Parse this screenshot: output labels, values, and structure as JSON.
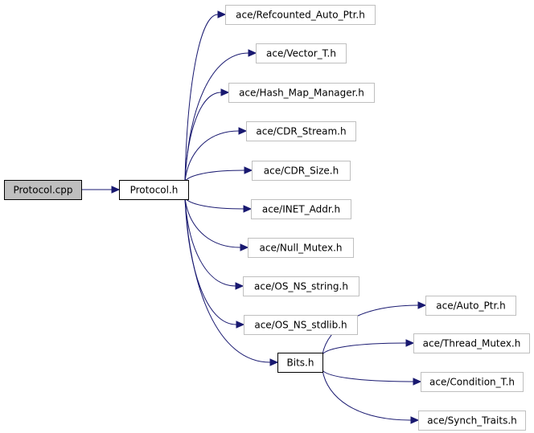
{
  "colors": {
    "edge": "#191970",
    "root_fill": "#bfbfbf",
    "root_border": "#000000",
    "local_border": "#000000",
    "external_border": "#bfbfbf",
    "node_fill": "#ffffff"
  },
  "nodes": [
    {
      "id": "protocol_cpp",
      "label": "Protocol.cpp",
      "kind": "root"
    },
    {
      "id": "protocol_h",
      "label": "Protocol.h",
      "kind": "local"
    },
    {
      "id": "refcounted_auto_ptr",
      "label": "ace/Refcounted_Auto_Ptr.h",
      "kind": "external"
    },
    {
      "id": "vector_t",
      "label": "ace/Vector_T.h",
      "kind": "external"
    },
    {
      "id": "hash_map_manager",
      "label": "ace/Hash_Map_Manager.h",
      "kind": "external"
    },
    {
      "id": "cdr_stream",
      "label": "ace/CDR_Stream.h",
      "kind": "external"
    },
    {
      "id": "cdr_size",
      "label": "ace/CDR_Size.h",
      "kind": "external"
    },
    {
      "id": "inet_addr",
      "label": "ace/INET_Addr.h",
      "kind": "external"
    },
    {
      "id": "null_mutex",
      "label": "ace/Null_Mutex.h",
      "kind": "external"
    },
    {
      "id": "os_ns_string",
      "label": "ace/OS_NS_string.h",
      "kind": "external"
    },
    {
      "id": "os_ns_stdlib",
      "label": "ace/OS_NS_stdlib.h",
      "kind": "external"
    },
    {
      "id": "bits_h",
      "label": "Bits.h",
      "kind": "local"
    },
    {
      "id": "auto_ptr",
      "label": "ace/Auto_Ptr.h",
      "kind": "external"
    },
    {
      "id": "thread_mutex",
      "label": "ace/Thread_Mutex.h",
      "kind": "external"
    },
    {
      "id": "condition_t",
      "label": "ace/Condition_T.h",
      "kind": "external"
    },
    {
      "id": "synch_traits",
      "label": "ace/Synch_Traits.h",
      "kind": "external"
    }
  ],
  "edges": [
    {
      "from": "protocol_cpp",
      "to": "protocol_h"
    },
    {
      "from": "protocol_h",
      "to": "refcounted_auto_ptr"
    },
    {
      "from": "protocol_h",
      "to": "vector_t"
    },
    {
      "from": "protocol_h",
      "to": "hash_map_manager"
    },
    {
      "from": "protocol_h",
      "to": "cdr_stream"
    },
    {
      "from": "protocol_h",
      "to": "cdr_size"
    },
    {
      "from": "protocol_h",
      "to": "inet_addr"
    },
    {
      "from": "protocol_h",
      "to": "null_mutex"
    },
    {
      "from": "protocol_h",
      "to": "os_ns_string"
    },
    {
      "from": "protocol_h",
      "to": "os_ns_stdlib"
    },
    {
      "from": "protocol_h",
      "to": "bits_h"
    },
    {
      "from": "bits_h",
      "to": "auto_ptr"
    },
    {
      "from": "bits_h",
      "to": "thread_mutex"
    },
    {
      "from": "bits_h",
      "to": "condition_t"
    },
    {
      "from": "bits_h",
      "to": "synch_traits"
    }
  ]
}
